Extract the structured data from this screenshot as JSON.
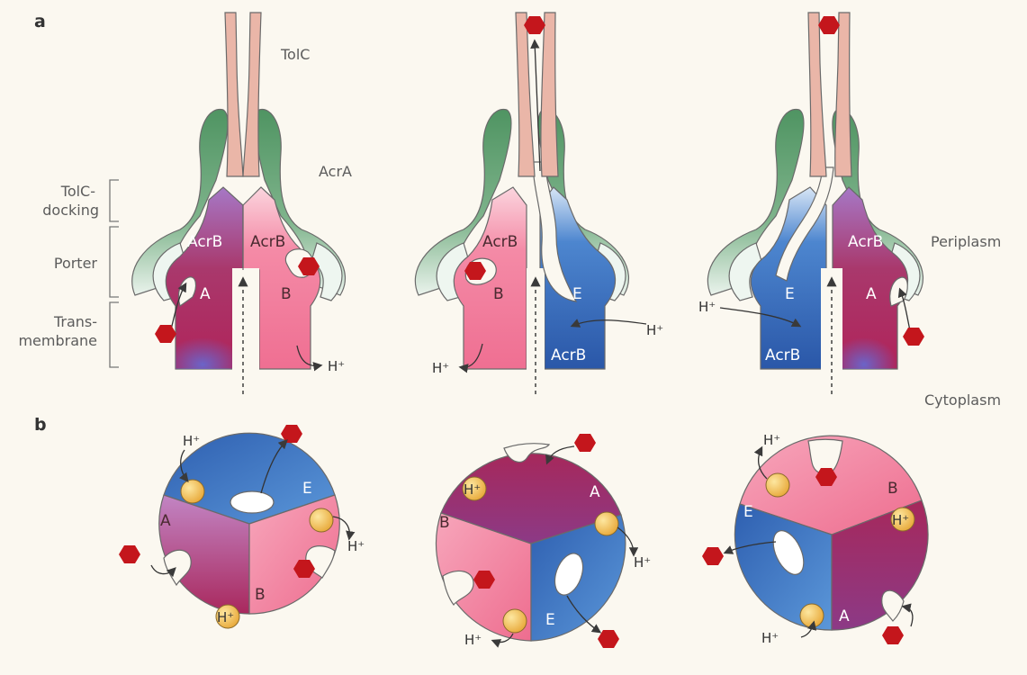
{
  "panels": {
    "a": "a",
    "b": "b"
  },
  "labels": {
    "tolc": "TolC",
    "acra": "AcrA",
    "tolc_docking": "TolC-\ndocking",
    "porter": "Porter",
    "transmembrane": "Trans-\nmembrane",
    "periplasm": "Periplasm",
    "cytoplasm": "Cytoplasm",
    "acrb": "AcrB",
    "proton": "H⁺"
  },
  "states": {
    "A": "A",
    "B": "B",
    "E": "E"
  },
  "colors": {
    "A": "#a9386c",
    "B": "#ef7f9f",
    "E": "#2f66b7",
    "A_light": "#a877c8",
    "tolc": "#eab6a8",
    "acra": "#5f9e6f",
    "drug": "#c4161c",
    "proton_ball": "#f0c24a"
  }
}
